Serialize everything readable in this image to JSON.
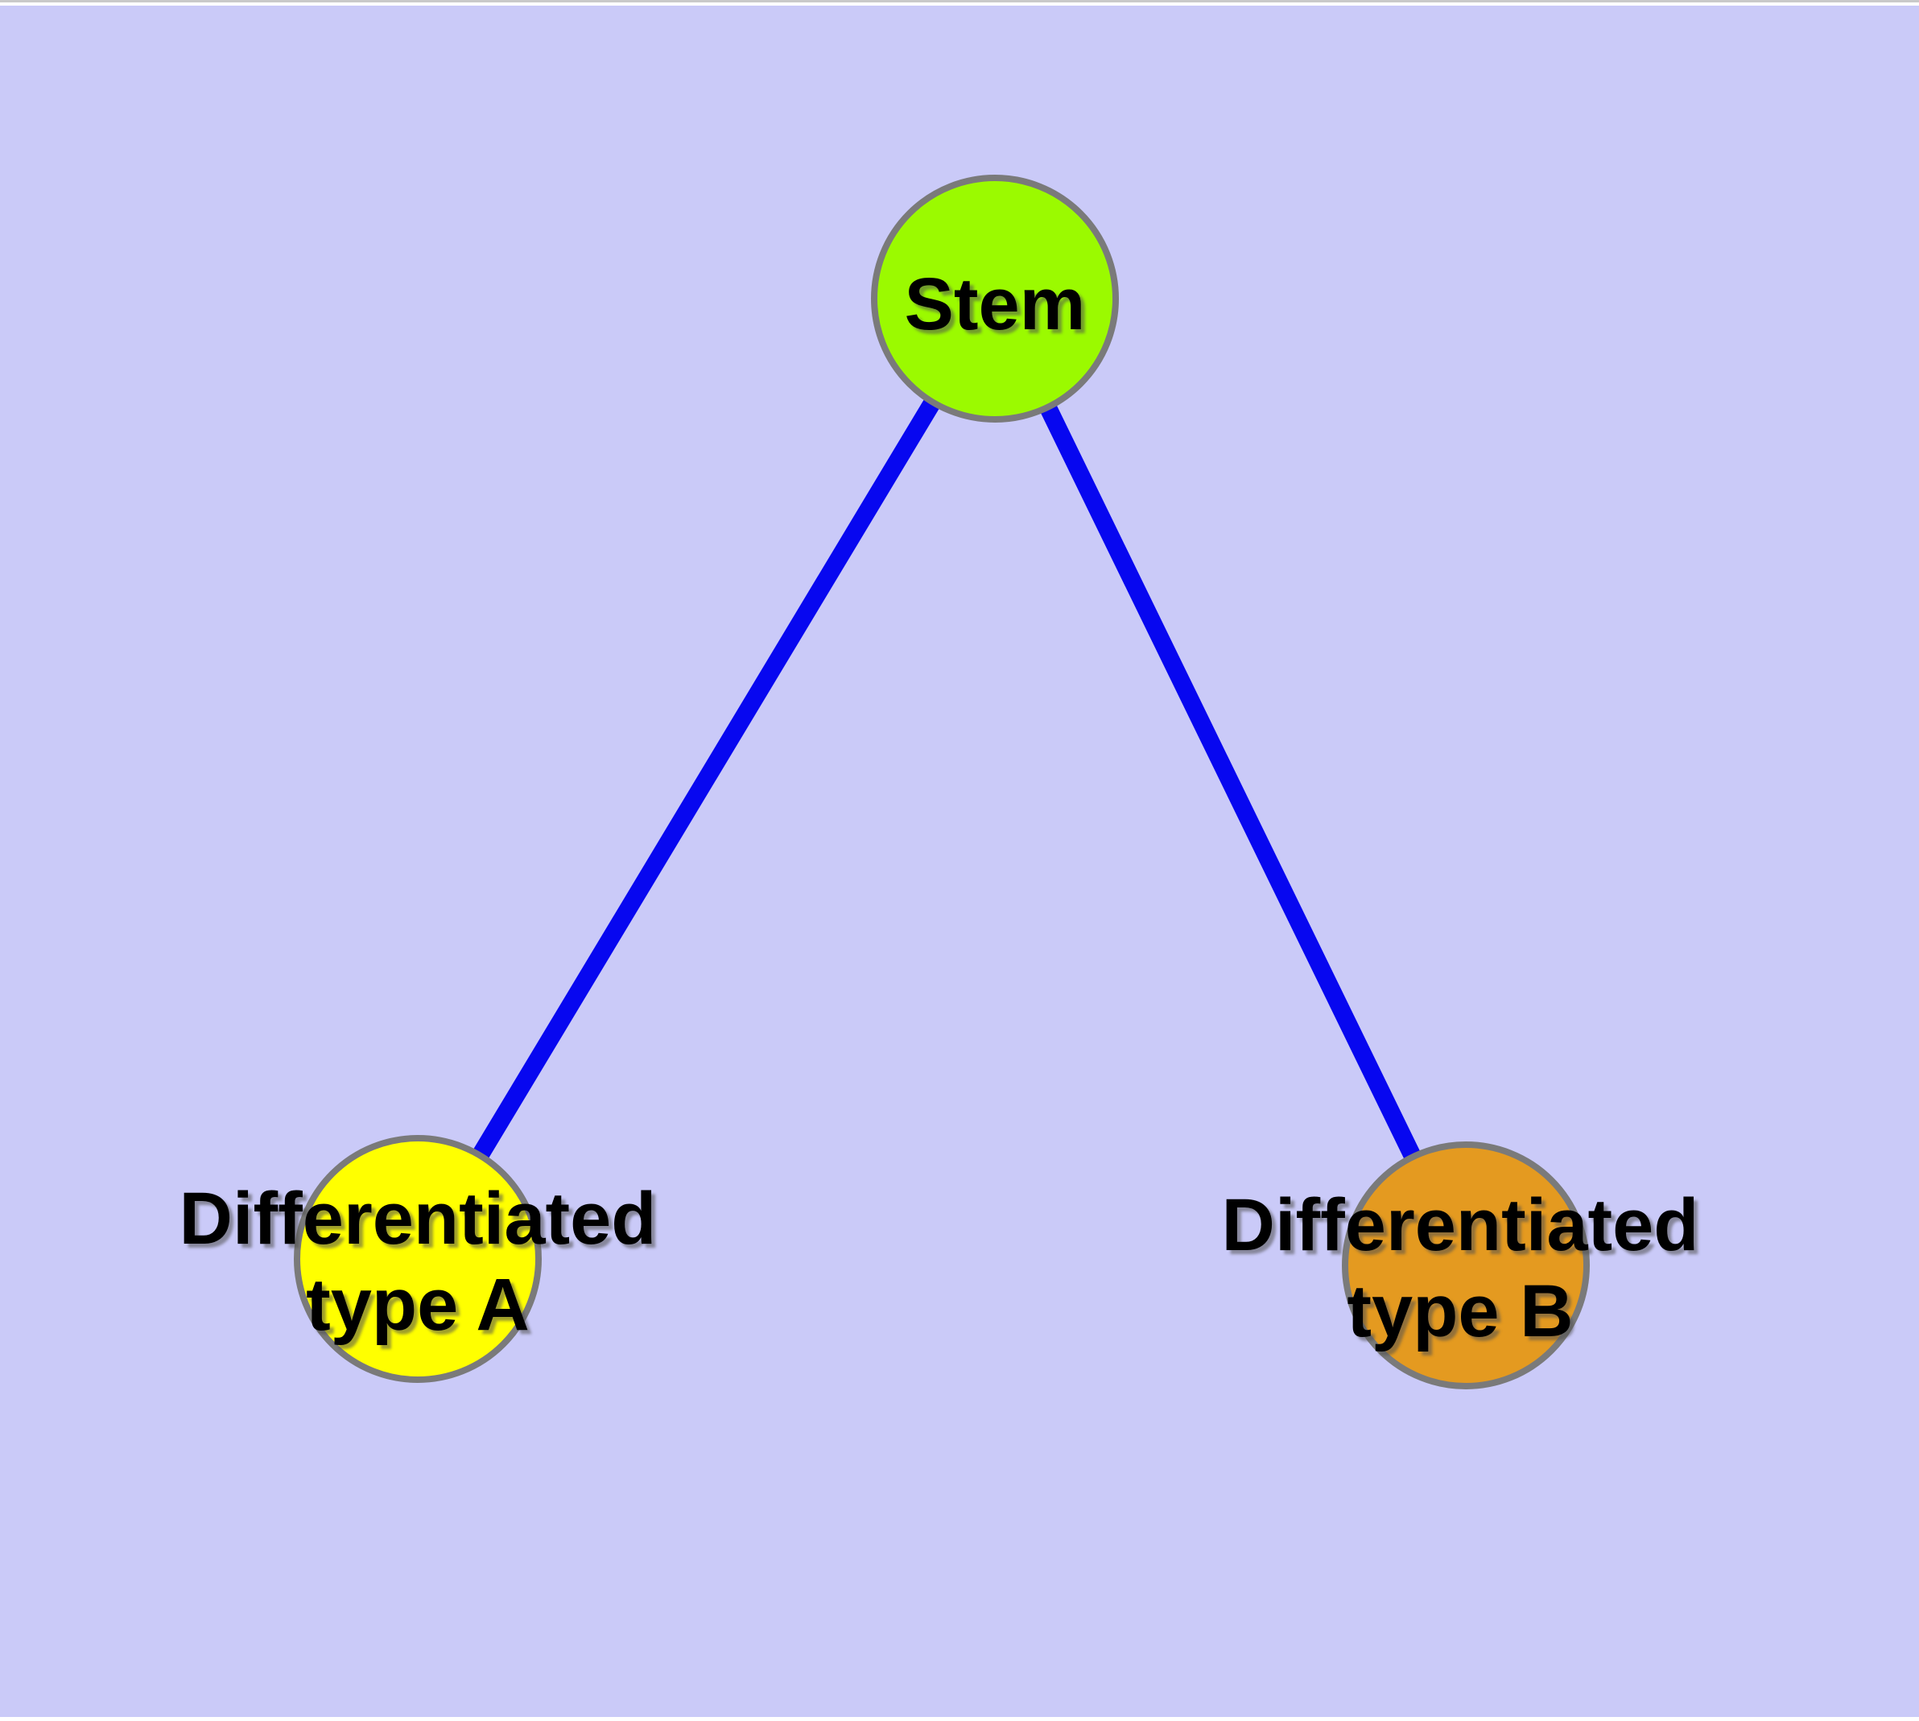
{
  "figure": {
    "background_color": "#CACAF8",
    "top_strip_color": "#FFFFFF",
    "top_edge_line_color": "#C9C9C9",
    "node_border_color": "#7A7A7A",
    "label_color": "#000000"
  },
  "nodes": {
    "stem": {
      "label": "Stem",
      "fill": "#9BFA00"
    },
    "type_a": {
      "label_line1": "Differentiated",
      "label_line2": "type A",
      "fill": "#FFFF00"
    },
    "type_b": {
      "label_line1": "Differentiated",
      "label_line2": "type B",
      "fill": "#E49A20"
    }
  },
  "edges": [
    {
      "from": "Stem",
      "to": "Differentiated type A",
      "color": "#0707F0"
    },
    {
      "from": "Stem",
      "to": "Differentiated type B",
      "color": "#0707F0"
    }
  ]
}
